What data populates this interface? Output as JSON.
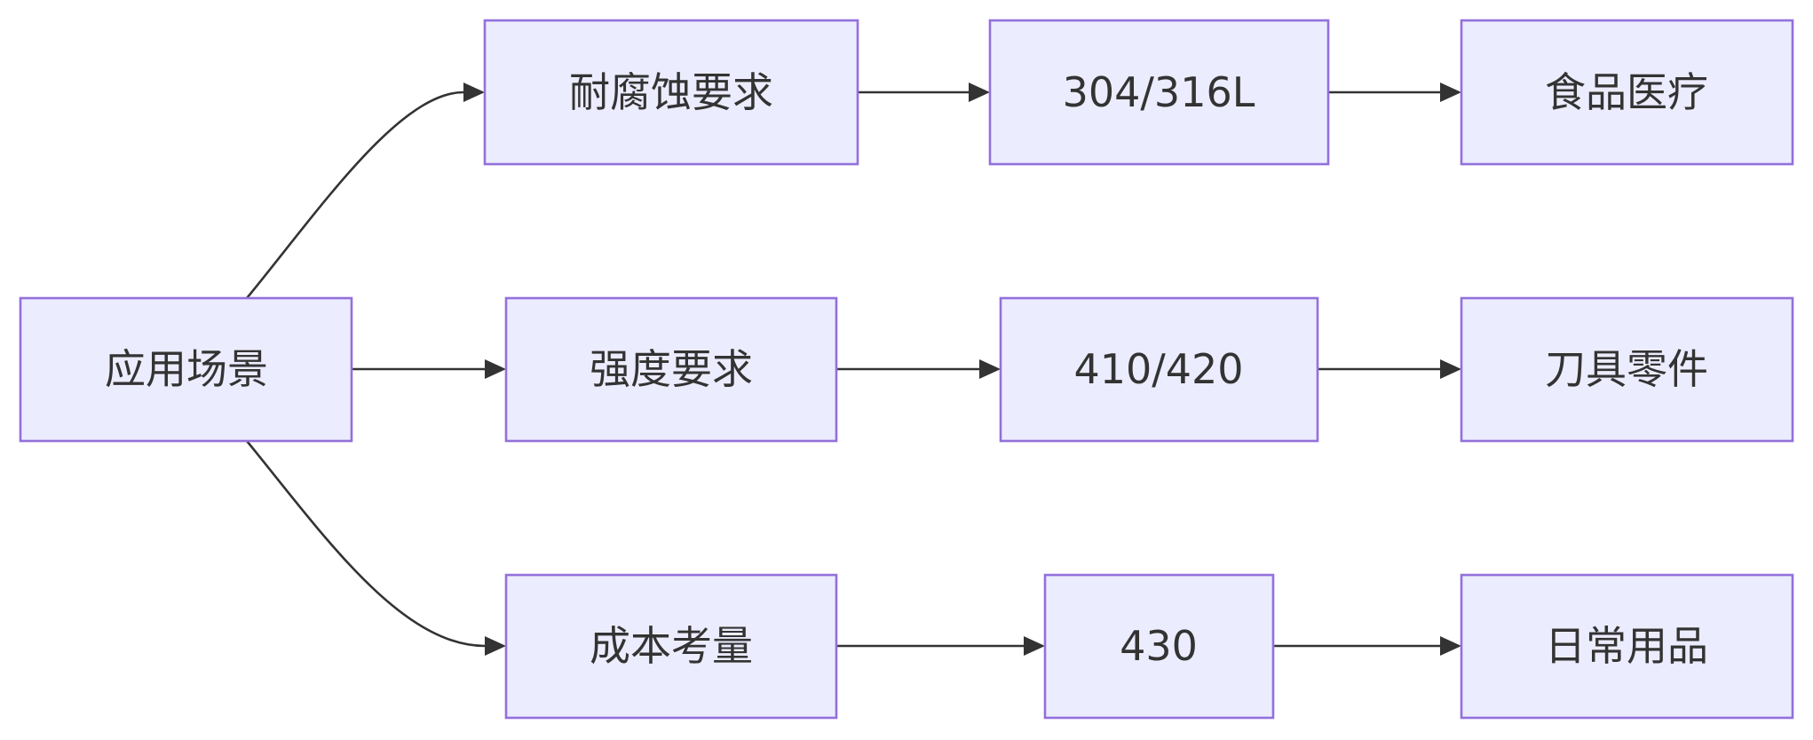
{
  "diagram": {
    "type": "flowchart",
    "direction": "left-to-right",
    "colors": {
      "node_fill": "#ECECFF",
      "node_border": "#9370DB",
      "edge": "#333333",
      "text": "#333333"
    },
    "nodes": {
      "root": "应用场景",
      "corrosion": "耐腐蚀要求",
      "strength": "强度要求",
      "cost": "成本考量",
      "grade_304": "304/316L",
      "grade_410": "410/420",
      "grade_430": "430",
      "use_food": "食品医疗",
      "use_tools": "刀具零件",
      "use_daily": "日常用品"
    },
    "edges": [
      {
        "from": "root",
        "to": "corrosion"
      },
      {
        "from": "root",
        "to": "strength"
      },
      {
        "from": "root",
        "to": "cost"
      },
      {
        "from": "corrosion",
        "to": "grade_304"
      },
      {
        "from": "strength",
        "to": "grade_410"
      },
      {
        "from": "cost",
        "to": "grade_430"
      },
      {
        "from": "grade_304",
        "to": "use_food"
      },
      {
        "from": "grade_410",
        "to": "use_tools"
      },
      {
        "from": "grade_430",
        "to": "use_daily"
      }
    ]
  }
}
